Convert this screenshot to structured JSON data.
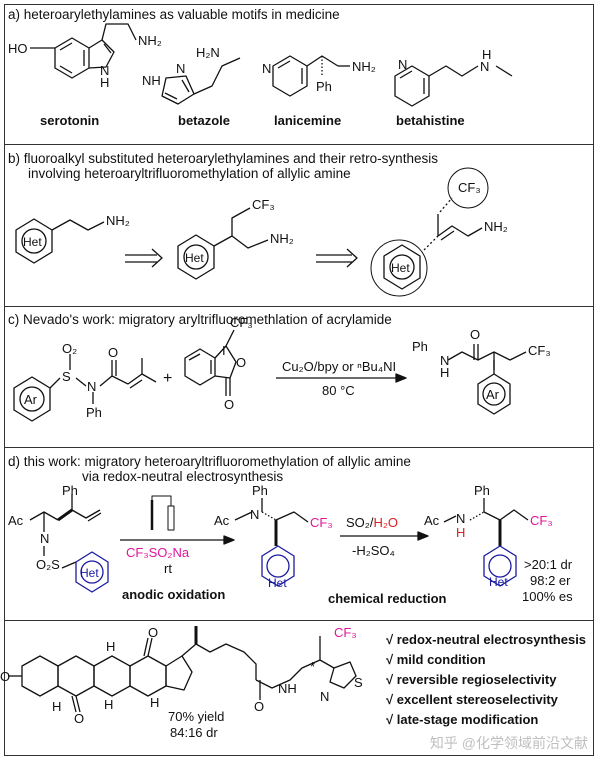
{
  "headers": {
    "a": "a) heteroarylethylamines as valuable motifs in medicine",
    "b1": "b) fluoroalkyl substituted heteroarylethylamines and their retro-synthesis",
    "b2": "involving heteroaryltrifluoromethylation of allylic amine",
    "c": "c) Nevado's work: migratory aryltrifluoromethlation of acrylamide",
    "d1": "d) this work: migratory heteroaryltrifluoromethylation of allylic amine",
    "d2": "via redox-neutral electrosynthesis"
  },
  "panel_a": {
    "names": [
      "serotonin",
      "betazole",
      "lanicemine",
      "betahistine"
    ],
    "ho": "HO",
    "nh": "NH",
    "h": "H",
    "n": "N",
    "nh2": "NH₂",
    "h2n": "H₂N",
    "ph": "Ph"
  },
  "panel_b": {
    "het": "Het",
    "nh2": "NH₂",
    "cf3": "CF₃"
  },
  "panel_c": {
    "o": "O",
    "s": "S",
    "o2": "O₂",
    "n": "N",
    "ph": "Ph",
    "ar": "Ar",
    "plus": "+",
    "cf3": "CF₃",
    "i": "I",
    "reagent": "Cu₂O/bpy or ⁿBu₄NI",
    "temp": "80 °C",
    "prod_ph": "Ph",
    "prod_n": "N",
    "prod_h": "H",
    "prod_cf3": "CF₃",
    "prod_ar": "Ar"
  },
  "panel_d": {
    "ac": "Ac",
    "n": "N",
    "ph": "Ph",
    "o2s": "O₂S",
    "het": "Het",
    "cf3": "CF₃",
    "reagent_top": "CF₃SO₂Na",
    "reagent_rt": "rt",
    "step1": "anodic oxidation",
    "reduction_top": "SO₂/H₂O",
    "reduction_bottom": "-H₂SO₄",
    "step2": "chemical reduction",
    "h": "H",
    "dr": ">20:1 dr",
    "er": "98:2 er",
    "es": "100% es"
  },
  "panel_e": {
    "o": "O",
    "h": "H",
    "nh": "NH",
    "n": "N",
    "s": "S",
    "cf3": "CF₃",
    "star": "*",
    "yield": "70% yield",
    "dr": "84:16 dr",
    "bullets": [
      "√ redox-neutral electrosynthesis",
      "√ mild condition",
      "√ reversible regioselectivity",
      "√ excellent stereoselectivity",
      "√ late-stage modification"
    ]
  },
  "watermark": "知乎 @化学领域前沿文献",
  "colors": {
    "magenta": "#e0169b",
    "red": "#d92020",
    "blue": "#1a1aa0",
    "frame": "#333333"
  }
}
